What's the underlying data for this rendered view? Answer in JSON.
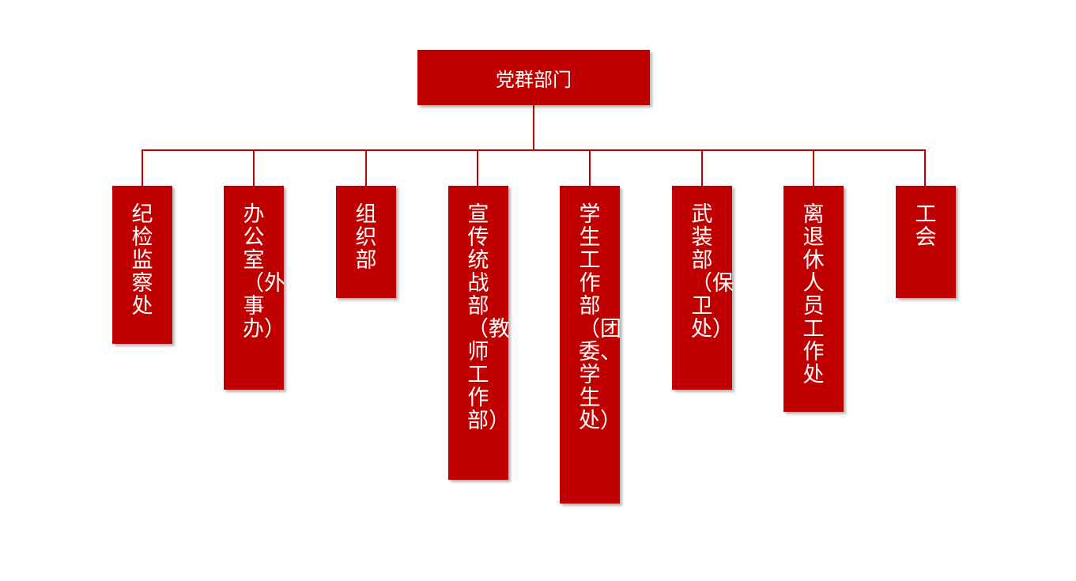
{
  "colors": {
    "node_fill": "#c00000",
    "node_text": "#ffffff",
    "connector": "#c00000"
  },
  "root": {
    "label": "党群部门"
  },
  "departments": [
    {
      "label": "纪检监察处"
    },
    {
      "label": "办公室（外事办）"
    },
    {
      "label": "组织部"
    },
    {
      "label": "宣传统战部（教师工作部）"
    },
    {
      "label": "学生工作部（团委、学生处）"
    },
    {
      "label": "武装部（保卫处）"
    },
    {
      "label": "离退休人员工作处"
    },
    {
      "label": "工 会"
    }
  ]
}
